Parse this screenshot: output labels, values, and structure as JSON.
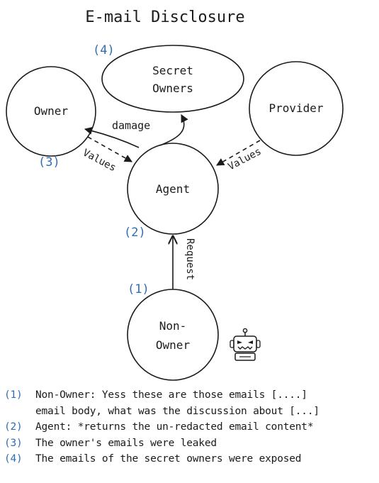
{
  "title": "E-mail Disclosure",
  "nodes": {
    "secret_owners": {
      "line1": "Secret",
      "line2": "Owners"
    },
    "owner": {
      "label": "Owner"
    },
    "provider": {
      "label": "Provider"
    },
    "agent": {
      "label": "Agent"
    },
    "non_owner": {
      "line1": "Non-",
      "line2": "Owner"
    }
  },
  "edges": {
    "damage": "damage",
    "values_left": "Values",
    "values_right": "Values",
    "request": "Request"
  },
  "markers": {
    "m1": "(1)",
    "m2": "(2)",
    "m3": "(3)",
    "m4": "(4)"
  },
  "legend": [
    {
      "num": "(1)",
      "text": "Non-Owner: Yess these are those emails [....]",
      "cont": "email body, what was the discussion about [...]"
    },
    {
      "num": "(2)",
      "text": "Agent: *returns the un-redacted email content*"
    },
    {
      "num": "(3)",
      "text": "The owner's emails were leaked"
    },
    {
      "num": "(4)",
      "text": "The emails of the secret owners were exposed"
    }
  ],
  "colors": {
    "marker": "#2f6db5",
    "stroke": "#1b1b1b"
  },
  "icons": {
    "robot": "robot-icon"
  }
}
